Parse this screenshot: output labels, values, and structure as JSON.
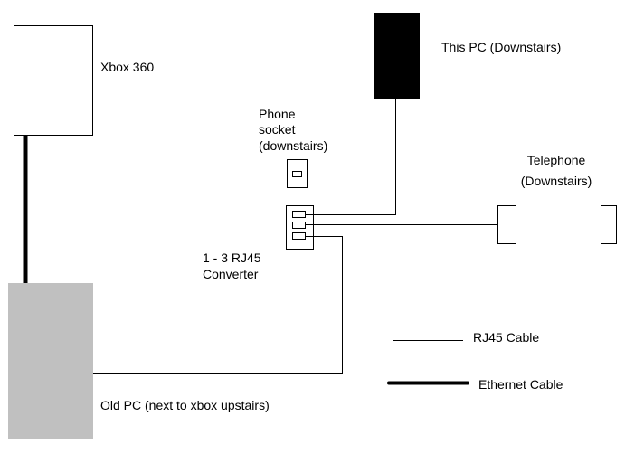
{
  "diagram": {
    "nodes": {
      "xbox": {
        "label": "Xbox 360"
      },
      "this_pc": {
        "label": "This PC (Downstairs)"
      },
      "phone_socket": {
        "label_lines": [
          "Phone",
          "socket",
          "(downstairs)"
        ]
      },
      "converter": {
        "label_lines": [
          "1 - 3 RJ45",
          "Converter"
        ]
      },
      "telephone": {
        "label_lines": [
          "Telephone",
          "(Downstairs)"
        ]
      },
      "old_pc": {
        "label": "Old PC (next to xbox upstairs)"
      }
    },
    "legend": {
      "rj45": "RJ45 Cable",
      "ethernet": "Ethernet Cable"
    },
    "colors": {
      "black": "#000000",
      "old_pc_fill": "#c0c0c0",
      "white": "#ffffff"
    }
  }
}
